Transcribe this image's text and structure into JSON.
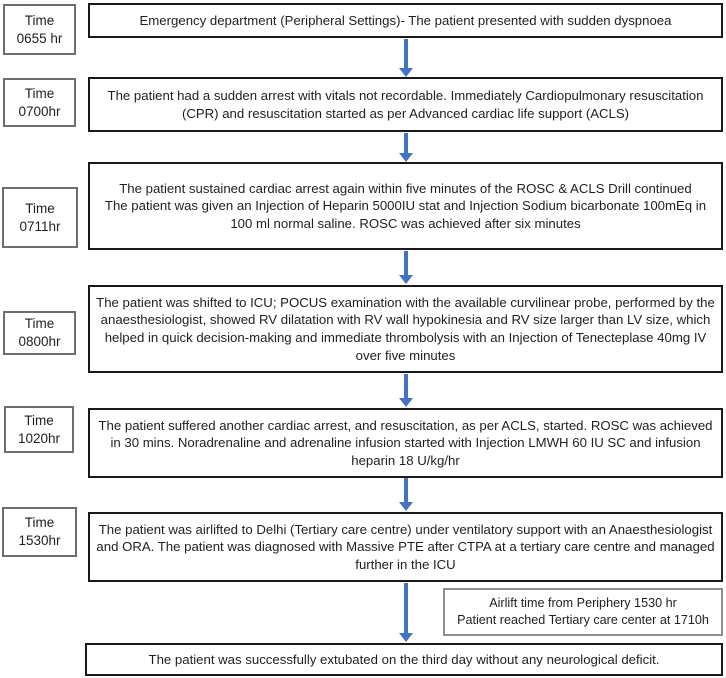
{
  "colors": {
    "arrow": "#4472C4",
    "box_border": "#1a1a1a",
    "time_border": "#6e6e6e",
    "annotation_border": "#8f8f8f",
    "text": "#1f1f1f",
    "bg": "#ffffff"
  },
  "flowchart": {
    "steps": [
      {
        "time_label": "Time",
        "time_value": "0655 hr",
        "lines": [
          "Emergency department (Peripheral Settings)- The patient presented with sudden dyspnoea"
        ]
      },
      {
        "time_label": "Time",
        "time_value": "0700hr",
        "lines": [
          "The patient had a sudden arrest with vitals not recordable. Immediately Cardiopulmonary resuscitation (CPR) and resuscitation started as per Advanced cardiac life support (ACLS)"
        ]
      },
      {
        "time_label": "Time",
        "time_value": "0711hr",
        "lines": [
          "The patient sustained cardiac arrest again within five minutes of the ROSC & ACLS Drill continued",
          "The patient was given an Injection of Heparin 5000IU stat and Injection Sodium bicarbonate 100mEq in 100 ml normal saline. ROSC was achieved after six minutes"
        ]
      },
      {
        "time_label": "Time",
        "time_value": "0800hr",
        "lines": [
          "The patient was shifted to ICU; POCUS examination with the available curvilinear probe, performed by the anaesthesiologist, showed RV dilatation with RV wall hypokinesia and RV size larger than LV size, which helped in quick decision-making and immediate thrombolysis with an Injection of Tenecteplase 40mg IV over five minutes"
        ]
      },
      {
        "time_label": "Time",
        "time_value": "1020hr",
        "lines": [
          "The patient suffered another cardiac arrest, and resuscitation, as per ACLS, started. ROSC was achieved in 30 mins. Noradrenaline and adrenaline infusion started with Injection LMWH 60 IU SC and infusion heparin 18 U/kg/hr"
        ]
      },
      {
        "time_label": "Time",
        "time_value": "1530hr",
        "lines": [
          "The patient was airlifted to Delhi (Tertiary care centre) under ventilatory support with an Anaesthesiologist and ORA. The patient was diagnosed with Massive PTE after CTPA at a tertiary care centre and managed further in the ICU"
        ]
      }
    ],
    "annotation": {
      "lines": [
        "Airlift time from Periphery 1530 hr",
        "Patient reached Tertiary care center at 1710h"
      ]
    },
    "outcome": "The patient was successfully extubated on the third day without any neurological deficit."
  }
}
